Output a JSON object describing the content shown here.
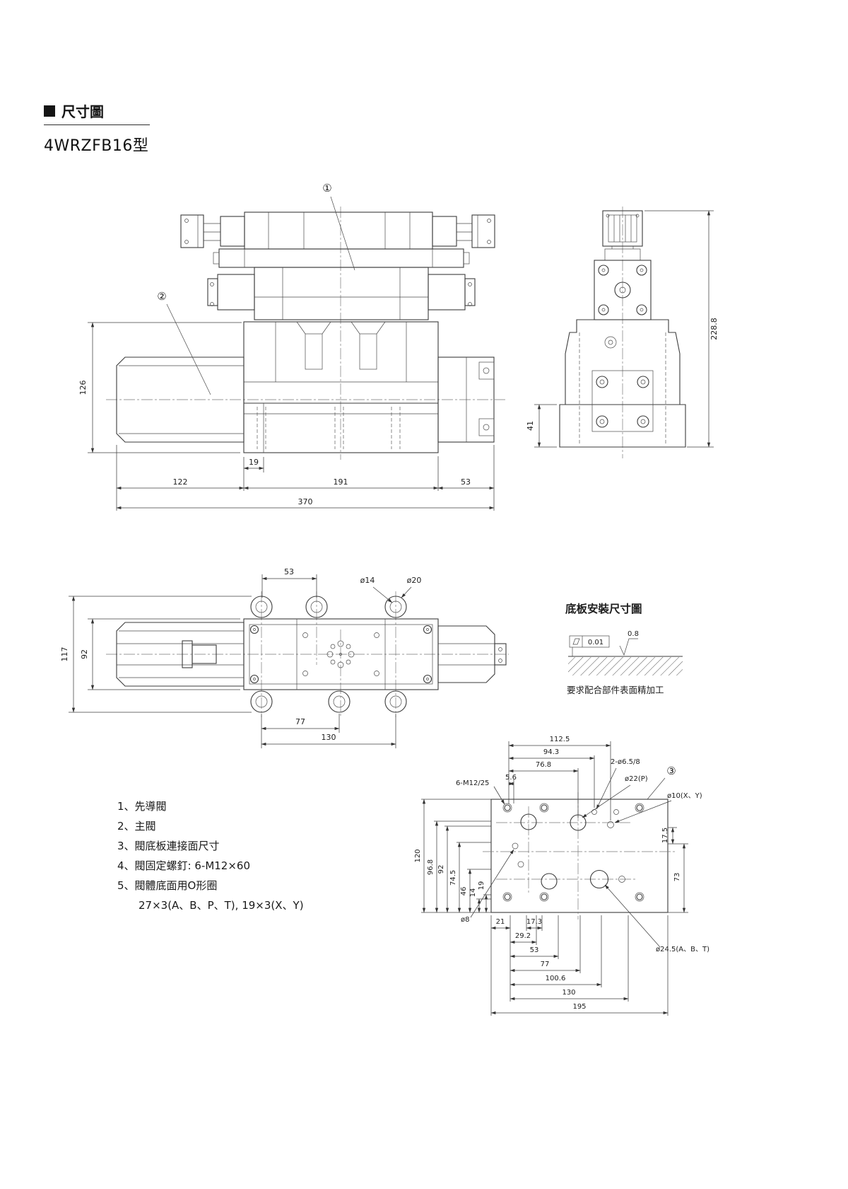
{
  "header": {
    "title": "尺寸圖",
    "model": "4WRZFB16型"
  },
  "front_view": {
    "callout1": "①",
    "callout2": "②",
    "dims": {
      "h126": "126",
      "w19": "19",
      "w122": "122",
      "w191": "191",
      "w53": "53",
      "w370": "370"
    }
  },
  "side_view": {
    "dims": {
      "h228_8": "228.8",
      "h41": "41"
    }
  },
  "top_view": {
    "dims": {
      "w53": "53",
      "d14": "ø14",
      "d20": "ø20",
      "h117": "117",
      "h92": "92",
      "w77": "77",
      "w130": "130"
    }
  },
  "surface_note": {
    "title": "底板安裝尺寸圖",
    "flatness": "0.01",
    "roughness": "0.8",
    "caption": "要求配合部件表面精加工"
  },
  "notes": [
    "1、先導閥",
    "2、主閥",
    "3、閥底板連接面尺寸",
    "4、閥固定螺釘: 6-M12×60",
    "5、閥體底面用O形圈",
    "27×3(A、B、P、T), 19×3(X、Y)"
  ],
  "plate_view": {
    "callout3": "③",
    "labels": {
      "m12": "6-M12/25",
      "d65": "2-ø6.5/8",
      "d22": "ø22(P)",
      "d10": "ø10(X、Y)",
      "d8": "ø8",
      "d245": "ø24.5(A、B、T)"
    },
    "top_dims": {
      "w5_6": "5.6",
      "w76_8": "76.8",
      "w94_3": "94.3",
      "w112_5": "112.5"
    },
    "left_dims": {
      "h120": "120",
      "h96_8": "96.8",
      "h92": "92",
      "h74_5": "74.5",
      "h46": "46",
      "h19": "19",
      "h14": "14"
    },
    "right_dims": {
      "h17_5": "17.5",
      "h73": "73"
    },
    "bottom_dims": {
      "w21": "21",
      "w17_3": "17.3",
      "w29_2": "29.2",
      "w53": "53",
      "w77": "77",
      "w100_6": "100.6",
      "w130": "130",
      "w195": "195"
    }
  }
}
